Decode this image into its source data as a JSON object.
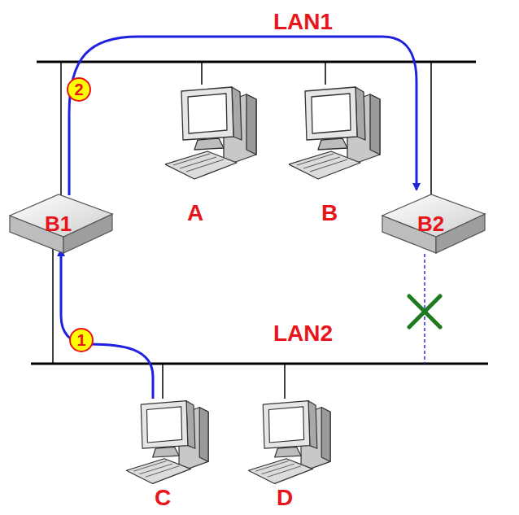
{
  "diagram": {
    "nodes": [
      {
        "text": [
          "A"
        ]
      },
      {
        "text": [
          "B"
        ]
      },
      {
        "text": [
          "B1"
        ]
      },
      {
        "text": [
          "B2"
        ]
      },
      {
        "text": [
          "C"
        ]
      },
      {
        "text": [
          "D"
        ]
      }
    ],
    "edges": [
      {
        "from": 4,
        "to": 2,
        "arrow": "to",
        "label": "1"
      },
      {
        "from": 2,
        "to": 3,
        "arrow": "to",
        "label": "2"
      }
    ],
    "labels": [
      "LAN1",
      "LAN2"
    ]
  }
}
